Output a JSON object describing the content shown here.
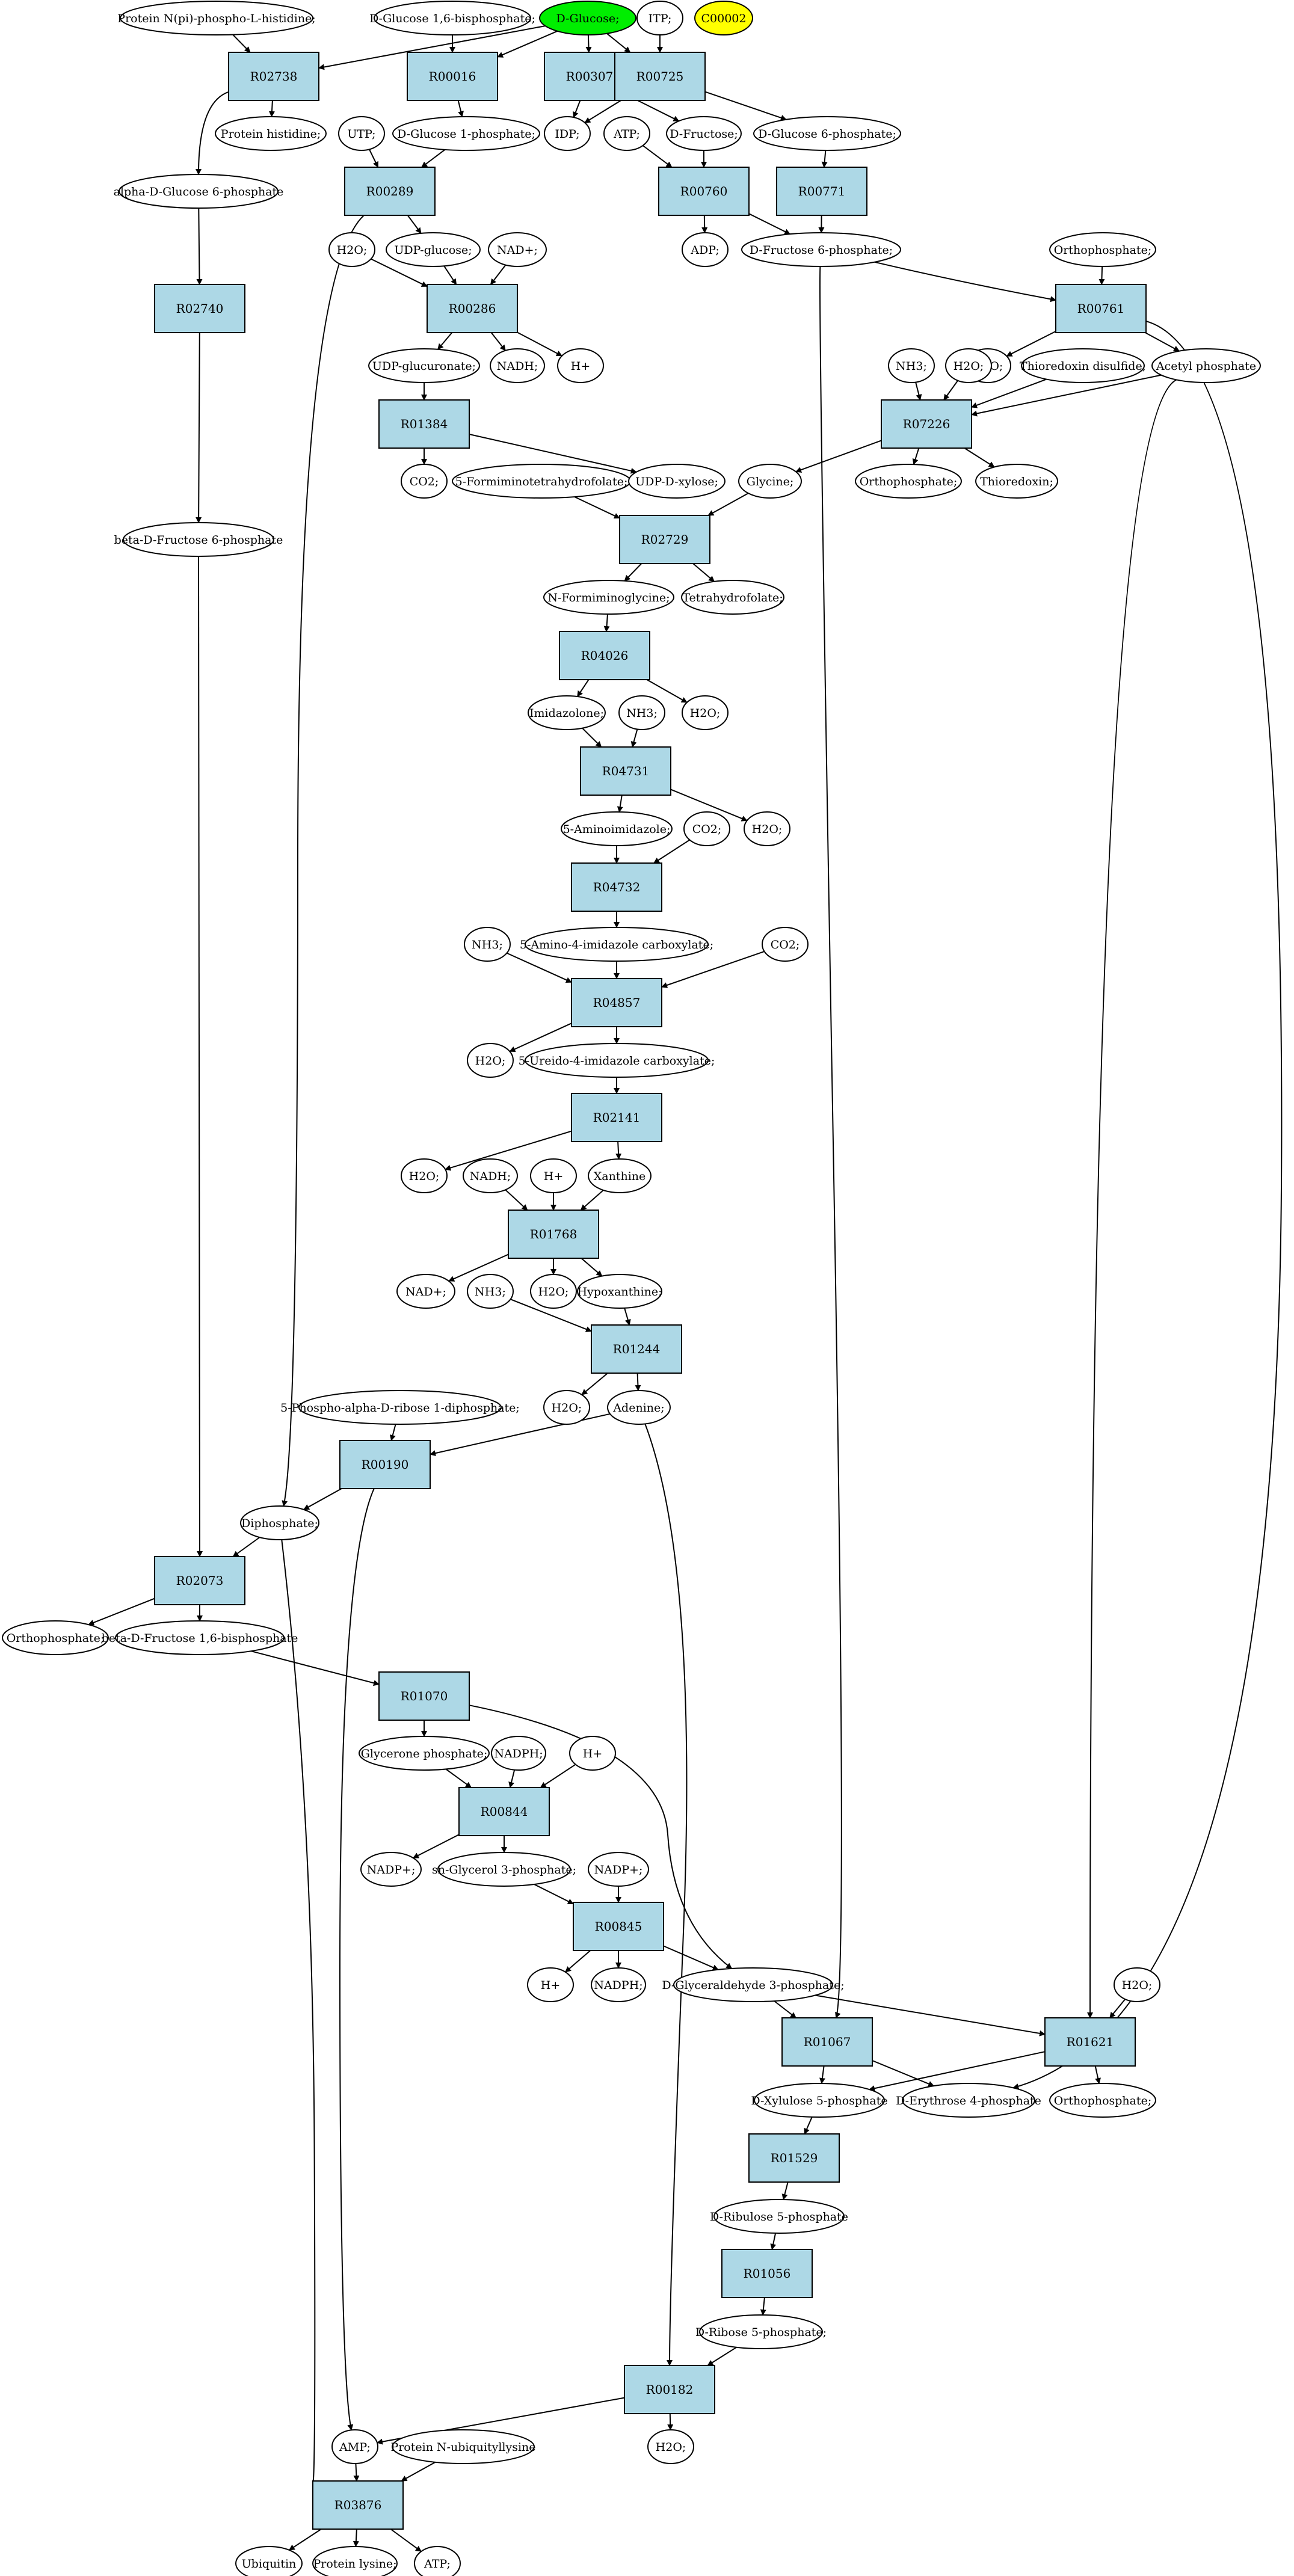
{
  "colors": {
    "highlight_green": "#00ee00",
    "highlight_yellow": "#ffff00",
    "reaction_fill": "#add8e6"
  },
  "nodes": {
    "protein_nphospho": "Protein N(pi)-phospho-L-histidine;",
    "glucose16bp": "D-Glucose 1,6-bisphosphate;",
    "dglucose": "D-Glucose;",
    "itp": "ITP;",
    "c00002": "C00002",
    "r02738": "R02738",
    "r00016": "R00016",
    "r00307": "R00307",
    "r00725": "R00725",
    "protein_histidine": "Protein histidine;",
    "glucose1p": "D-Glucose 1-phosphate;",
    "idp": "IDP;",
    "atp_1": "ATP;",
    "dfructose": "D-Fructose;",
    "glucose6p": "D-Glucose 6-phosphate;",
    "utp": "UTP;",
    "alpha_glucose6p": "alpha-D-Glucose 6-phosphate",
    "r00289": "R00289",
    "r00760": "R00760",
    "r00771": "R00771",
    "adp": "ADP;",
    "fructose6p": "D-Fructose 6-phosphate;",
    "orthophosphate_1": "Orthophosphate;",
    "h2o_1": "H2O;",
    "udp_glucose": "UDP-glucose;",
    "nadplus_1": "NAD+;",
    "r02740": "R02740",
    "r00286": "R00286",
    "r00761": "R00761",
    "udp_glucuronate": "UDP-glucuronate;",
    "nadh_1": "NADH;",
    "hplus_1": "H+",
    "h2o_2": "H2O;",
    "thioredoxin_disulfide": "Thioredoxin disulfide;",
    "acetyl_phosphate": "Acetyl phosphate",
    "nh3_1": "NH3;",
    "h2o_3": "H2O;",
    "r01384": "R01384",
    "r07226": "R07226",
    "co2_1": "CO2;",
    "formimino_thf": "5-Formiminotetrahydrofolate;",
    "udp_xylose": "UDP-D-xylose;",
    "glycine": "Glycine;",
    "orthophosphate_2": "Orthophosphate;",
    "thioredoxin": "Thioredoxin;",
    "beta_fructose6p": "beta-D-Fructose 6-phosphate",
    "r02729": "R02729",
    "n_formiminoglycine": "N-Formiminoglycine;",
    "tetrahydrofolate": "Tetrahydrofolate;",
    "r04026": "R04026",
    "imidazolone": "Imidazolone;",
    "nh3_2": "NH3;",
    "h2o_4": "H2O;",
    "r04731": "R04731",
    "aminoimidazole": "5-Aminoimidazole;",
    "co2_2": "CO2;",
    "h2o_5": "H2O;",
    "r04732": "R04732",
    "nh3_3": "NH3;",
    "amino_imidazole_carboxylate": "5-Amino-4-imidazole carboxylate;",
    "co2_3": "CO2;",
    "r04857": "R04857",
    "h2o_6": "H2O;",
    "ureido_imidazole_carboxylate": "5-Ureido-4-imidazole carboxylate;",
    "r02141": "R02141",
    "h2o_7": "H2O;",
    "nadh_2": "NADH;",
    "hplus_2": "H+",
    "xanthine": "Xanthine",
    "r01768": "R01768",
    "nadplus_2": "NAD+;",
    "nh3_4": "NH3;",
    "h2o_8": "H2O;",
    "hypoxanthine": "Hypoxanthine;",
    "r01244": "R01244",
    "h2o_9": "H2O;",
    "adenine": "Adenine;",
    "prpp": "5-Phospho-alpha-D-ribose 1-diphosphate;",
    "r00190": "R00190",
    "diphosphate": "Diphosphate;",
    "r02073": "R02073",
    "orthophosphate_3": "Orthophosphate;",
    "beta_fructose16bp": "beta-D-Fructose 1,6-bisphosphate",
    "r01070": "R01070",
    "glycerone_phosphate": "Glycerone phosphate;",
    "nadph_1": "NADPH;",
    "hplus_3": "H+",
    "r00844": "R00844",
    "nadpplus_1": "NADP+;",
    "glycerol3p": "sn-Glycerol 3-phosphate;",
    "nadpplus_2": "NADP+;",
    "r00845": "R00845",
    "hplus_4": "H+",
    "nadph_2": "NADPH;",
    "glyceraldehyde3p": "D-Glyceraldehyde 3-phosphate;",
    "h2o_10": "H2O;",
    "r01067": "R01067",
    "r01621": "R01621",
    "xylulose5p": "D-Xylulose 5-phosphate",
    "erythrose4p": "D-Erythrose 4-phosphate",
    "orthophosphate_4": "Orthophosphate;",
    "r01529": "R01529",
    "ribulose5p": "D-Ribulose 5-phosphate",
    "r01056": "R01056",
    "ribose5p": "D-Ribose 5-phosphate;",
    "r00182": "R00182",
    "amp": "AMP;",
    "protein_ubiquityllysine": "Protein N-ubiquityllysine",
    "h2o_11": "H2O;",
    "r03876": "R03876",
    "ubiquitin": "Ubiquitin",
    "protein_lysine": "Protein lysine;",
    "atp_2": "ATP;"
  }
}
